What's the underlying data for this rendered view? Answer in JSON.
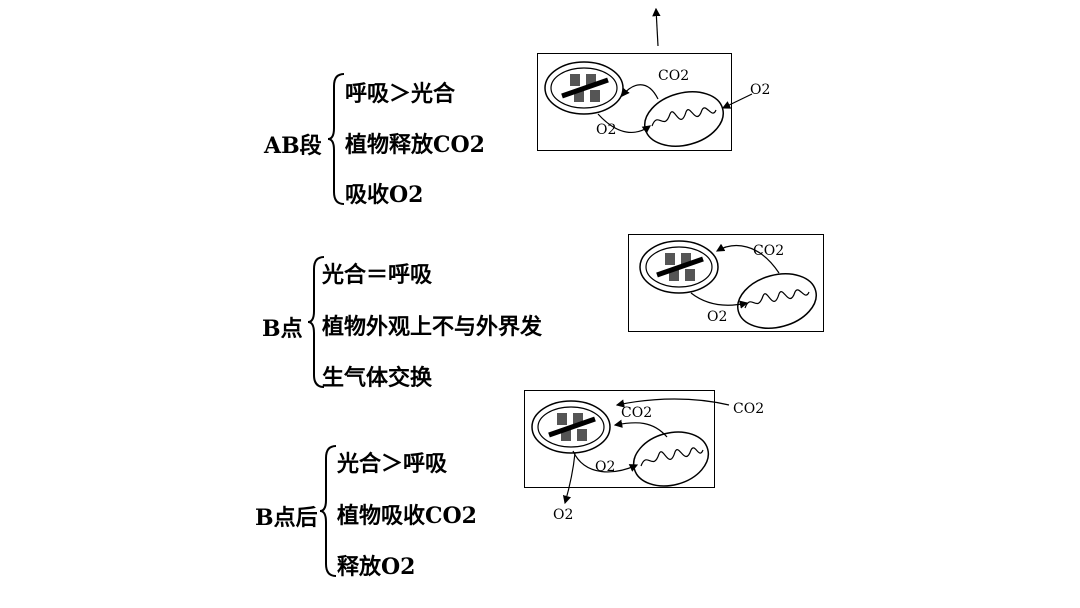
{
  "sections": [
    {
      "label": "AB段",
      "lines": [
        "呼吸＞光合",
        "植物释放CO2",
        "吸收O2"
      ],
      "diagram": {
        "labels": [
          "CO2",
          "O2",
          "O2"
        ]
      }
    },
    {
      "label": "B点",
      "lines": [
        "光合＝呼吸",
        "植物外观上不与外界发",
        "生气体交换"
      ],
      "diagram": {
        "labels": [
          "CO2",
          "O2"
        ]
      }
    },
    {
      "label": "B点后",
      "lines": [
        "光合＞呼吸",
        "植物吸收CO2",
        "释放O2"
      ],
      "diagram": {
        "labels": [
          "CO2",
          "CO2",
          "O2",
          "O2"
        ]
      }
    }
  ]
}
